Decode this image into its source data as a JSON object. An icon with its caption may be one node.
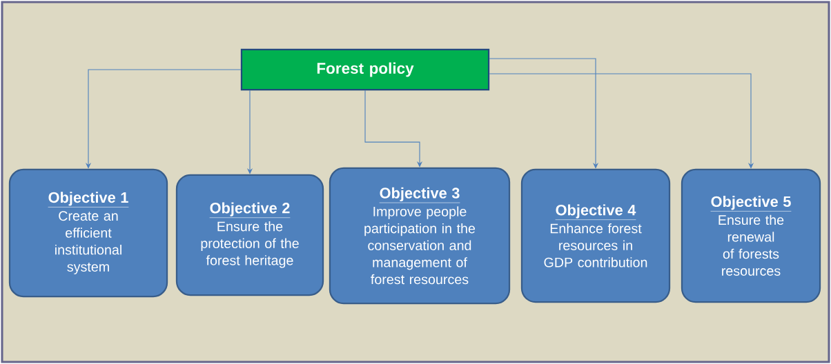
{
  "diagram": {
    "nodes": [
      {
        "text": [
          "Forest policy"
        ]
      },
      {
        "text": [
          "Objective 1",
          "Create an efficient institutional system"
        ]
      },
      {
        "text": [
          "Objective 2",
          "Ensure the protection of the forest heritage"
        ]
      },
      {
        "text": [
          "Objective 3",
          "Improve people participation  in the conservation and management of forest resources"
        ]
      },
      {
        "text": [
          "Objective 4",
          "Enhance forest resources in GDP contribution"
        ]
      },
      {
        "text": [
          "Objective 5",
          "Ensure the renewal of forests resources"
        ]
      }
    ],
    "edges": [
      {
        "from": 0,
        "to": 1,
        "arrow": "to"
      },
      {
        "from": 0,
        "to": 2,
        "arrow": "to"
      },
      {
        "from": 0,
        "to": 3,
        "arrow": "to"
      },
      {
        "from": 0,
        "to": 4,
        "arrow": "to"
      },
      {
        "from": 0,
        "to": 5,
        "arrow": "to"
      }
    ]
  }
}
